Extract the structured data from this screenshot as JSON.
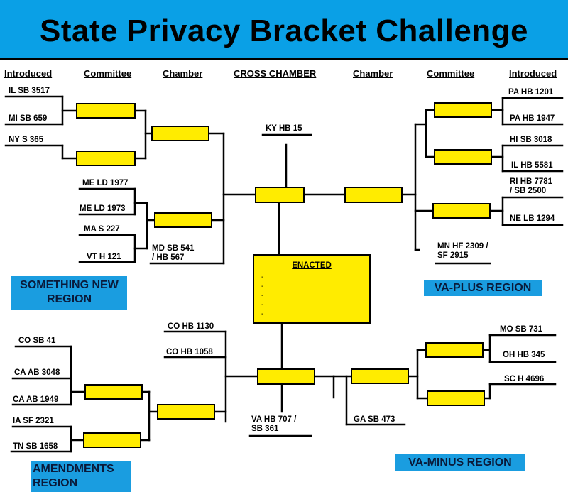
{
  "title": "State Privacy Bracket Challenge",
  "colors": {
    "title_background": "#0aa0e6",
    "slot_fill": "#ffec00",
    "region_fill": "#1a9de0"
  },
  "headers": {
    "left_introduced": "Introduced",
    "left_committee": "Committee",
    "left_chamber": "Chamber",
    "center": "CROSS CHAMBER",
    "right_chamber": "Chamber",
    "right_committee": "Committee",
    "right_introduced": "Introduced"
  },
  "regions": {
    "something_new": {
      "line1": "SOMETHING NEW",
      "line2": "REGION"
    },
    "va_plus": "VA-PLUS REGION",
    "amendments": {
      "line1": "AMENDMENTS",
      "line2": "REGION"
    },
    "va_minus": "VA-MINUS REGION"
  },
  "bills": {
    "il_sb_3517": "IL SB 3517",
    "mi_sb_659": "MI SB 659",
    "ny_s_365": "NY S 365",
    "me_ld_1977": "ME LD 1977",
    "me_ld_1973": "ME LD 1973",
    "ma_s_227": "MA S 227",
    "vt_h_121": "VT H 121",
    "md_sb_541": {
      "line1": "MD SB 541",
      "line2": "/ HB 567"
    },
    "ky_hb_15": "KY HB 15",
    "pa_hb_1201": "PA HB 1201",
    "pa_hb_1947": "PA HB 1947",
    "hi_sb_3018": "HI SB 3018",
    "il_hb_5581": "IL HB 5581",
    "ri_hb_7781": {
      "line1": "RI HB 7781",
      "line2": "/ SB 2500"
    },
    "ne_lb_1294": "NE LB 1294",
    "mn_hf_2309": {
      "line1": "MN HF 2309 /",
      "line2": "SF 2915"
    },
    "co_sb_41": "CO SB 41",
    "ca_ab_3048": "CA AB 3048",
    "ca_ab_1949": "CA AB 1949",
    "ia_sf_2321": "IA SF 2321",
    "tn_sb_1658": "TN SB 1658",
    "co_hb_1130": "CO HB 1130",
    "co_hb_1058": "CO HB 1058",
    "va_hb_707": {
      "line1": "VA HB 707 /",
      "line2": "SB 361"
    },
    "mo_sb_731": "MO SB 731",
    "oh_hb_345": "OH HB 345",
    "sc_h_4696": "SC H 4696",
    "ga_sb_473": "GA SB 473"
  },
  "enacted": {
    "title": "ENACTED",
    "items": [
      "-",
      "-",
      "-",
      "-",
      "-",
      "-"
    ]
  }
}
